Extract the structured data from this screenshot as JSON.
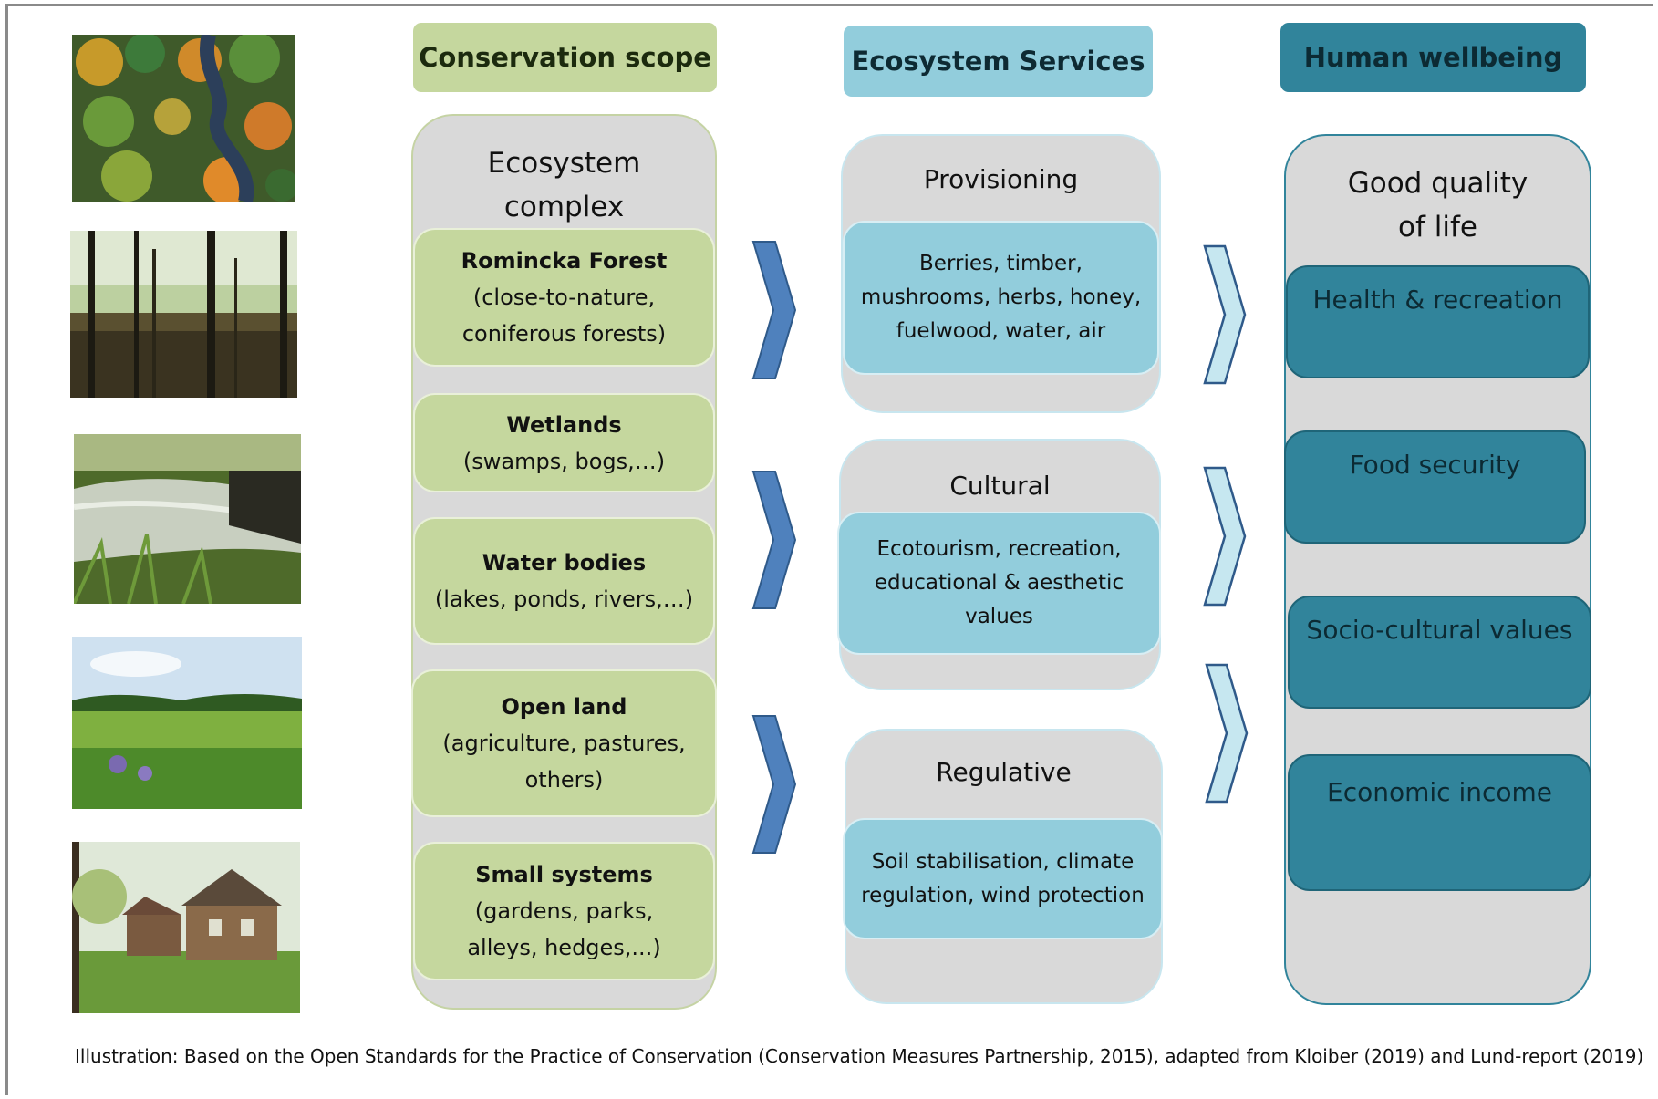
{
  "columns": {
    "scope": {
      "header": "Conservation scope",
      "panel_title_line1": "Ecosystem",
      "panel_title_line2": "complex",
      "items": [
        {
          "title": "Romincka Forest",
          "line1": "(close-to-nature,",
          "line2": "coniferous forests)"
        },
        {
          "title": "Wetlands",
          "line1": "(swamps, bogs,…)",
          "line2": ""
        },
        {
          "title": "Water bodies",
          "line1": "(lakes, ponds, rivers,…)",
          "line2": ""
        },
        {
          "title": "Open land",
          "line1": "(agriculture, pastures,",
          "line2": "others)"
        },
        {
          "title": "Small systems",
          "line1": "(gardens, parks,",
          "line2": "alleys, hedges,...)"
        }
      ]
    },
    "services": {
      "header": "Ecosystem Services",
      "groups": [
        {
          "title": "Provisioning",
          "line1": "Berries, timber,",
          "line2": "mushrooms, herbs, honey,",
          "line3": "fuelwood, water, air"
        },
        {
          "title": "Cultural",
          "line1": "Ecotourism, recreation,",
          "line2": "educational & aesthetic",
          "line3": "values"
        },
        {
          "title": "Regulative",
          "line1": "Soil stabilisation, climate",
          "line2": "regulation, wind protection",
          "line3": ""
        }
      ]
    },
    "wellbeing": {
      "header": "Human wellbeing",
      "panel_title_line1": "Good quality",
      "panel_title_line2": "of life",
      "items": [
        "Health & recreation",
        "Food security",
        "Socio-cultural values",
        "Economic income"
      ]
    }
  },
  "photos": [
    "forest-aerial-photo",
    "forest-swamp-photo",
    "stream-photo",
    "meadow-photo",
    "village-house-photo"
  ],
  "colors": {
    "green_header": "#c5d79e",
    "blue_header": "#92cddc",
    "teal_header": "#31849b",
    "panel_gray": "#d9d9d9",
    "arrow_dark_blue": "#4f81bd",
    "arrow_light_blue": "#c6e7f0"
  },
  "caption": "Illustration: Based on the Open Standards for the Practice of Conservation (Conservation Measures Partnership, 2015), adapted from Kloiber (2019) and Lund-report (2019)"
}
